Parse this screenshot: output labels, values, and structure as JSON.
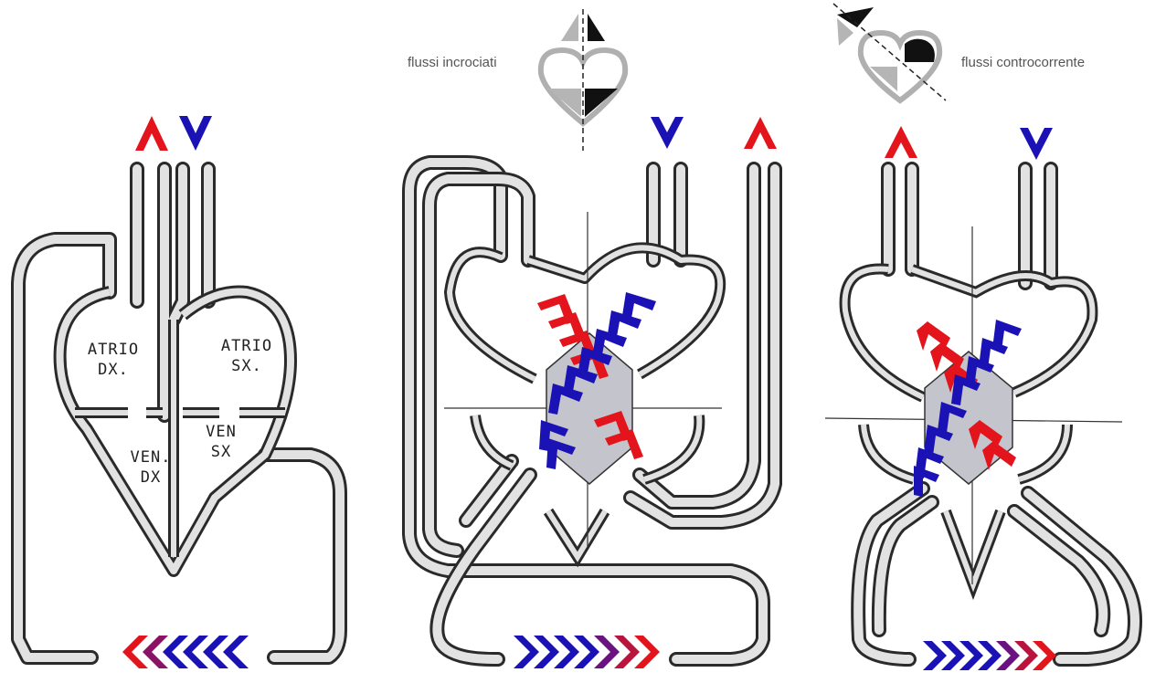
{
  "labels": {
    "crossed_flows": "flussi incrociati",
    "countercurrent_flows": "flussi controcorrente",
    "right_atrium": [
      "ATRIO",
      "DX."
    ],
    "left_atrium": [
      "ATRIO",
      "SX."
    ],
    "right_ventricle": [
      "VEN.",
      "DX"
    ],
    "left_ventricle": [
      "VEN",
      "SX"
    ]
  },
  "colors": {
    "red": "#e3141b",
    "blue": "#1a12b4",
    "tube_fill": "#e2e2e2",
    "tube_outline": "#2a2a2a",
    "exchanger": "#c4c4cc"
  },
  "icons": [
    "chevron-up-red-icon",
    "chevron-down-blue-icon",
    "chevron-row-icon",
    "heart-symbol-icon"
  ]
}
